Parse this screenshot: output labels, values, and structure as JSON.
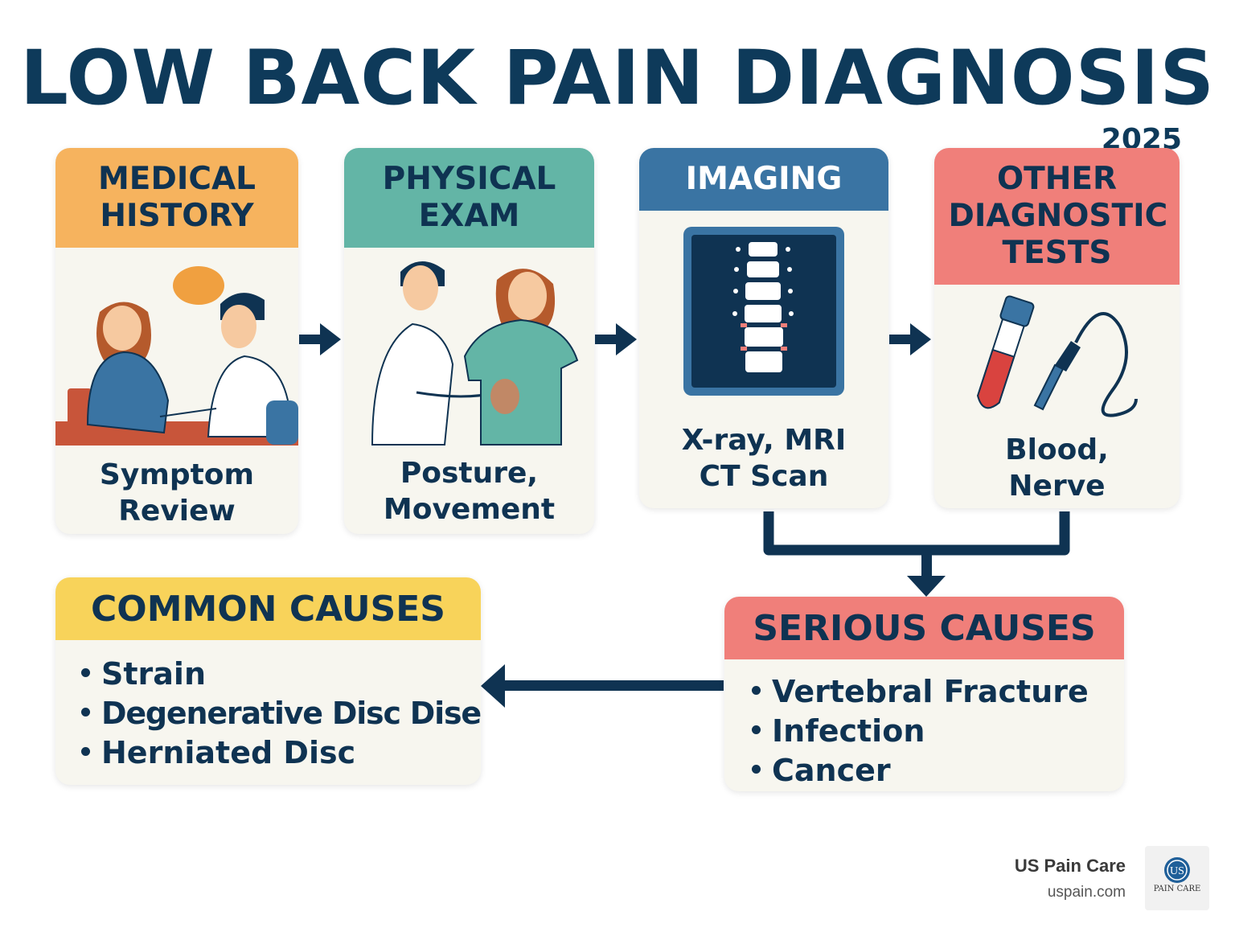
{
  "title": "LOW BACK PAIN DIAGNOSIS",
  "year": "2025",
  "steps": [
    {
      "heading": "MEDICAL HISTORY",
      "caption": "Symptom Review",
      "color": "#f6b35e"
    },
    {
      "heading": "PHYSICAL EXAM",
      "caption": "Posture, Movement",
      "color": "#63b5a6"
    },
    {
      "heading": "IMAGING",
      "caption": "X-ray, MRI CT Scan",
      "color": "#3a74a3"
    },
    {
      "heading": "OTHER DIAGNOSTIC TESTS",
      "caption": "Blood, Nerve Studies",
      "color": "#f07f7a"
    }
  ],
  "common": {
    "heading": "COMMON CAUSES",
    "color": "#f8d35a",
    "items": [
      "Strain",
      "Degenerative Disc Disease",
      "Herniated Disc"
    ]
  },
  "serious": {
    "heading": "SERIOUS CAUSES",
    "color": "#f07f7a",
    "items": [
      "Vertebral Fracture",
      "Infection",
      "Cancer"
    ]
  },
  "brand": {
    "name": "US Pain Care",
    "url": "uspain.com",
    "logo_mark": "US",
    "logo_text": "PAIN CARE"
  },
  "colors": {
    "navy": "#0e3a5a",
    "card_bg": "#f7f6ef"
  }
}
